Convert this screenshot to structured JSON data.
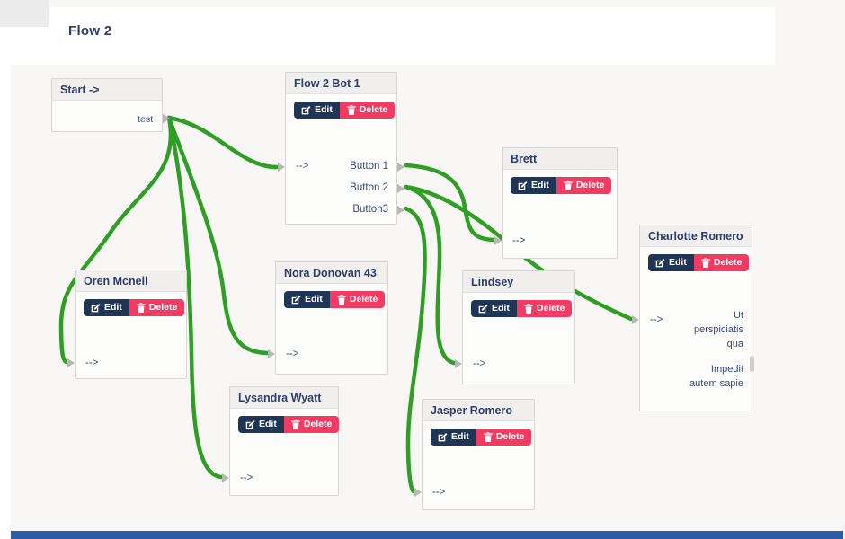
{
  "page": {
    "title": "Flow 2"
  },
  "colors": {
    "edge": "#2f9e25",
    "edit_bg": "#1e3555",
    "delete_bg": "#f13b63",
    "header_text": "#2e3e68",
    "node_text": "#3c4a76",
    "bottom_bar": "#2e5ba8"
  },
  "buttons": {
    "edit": "Edit",
    "delete": "Delete"
  },
  "io": {
    "input_label": "-->"
  },
  "nodes": [
    {
      "title": "Start ->",
      "outputs": [
        "test"
      ]
    },
    {
      "title": "Flow 2 Bot 1",
      "outputs": [
        "Button 1",
        "Button 2",
        "Button3"
      ]
    },
    {
      "title": "Brett"
    },
    {
      "title": "Oren Mcneil"
    },
    {
      "title": "Nora Donovan 43"
    },
    {
      "title": "Lindsey"
    },
    {
      "title": "Lysandra Wyatt"
    },
    {
      "title": "Jasper Romero"
    },
    {
      "title": "Charlotte Romero",
      "outputs": [
        "Ut perspiciatis qua",
        "Impedit autem sapie"
      ]
    }
  ],
  "edges": [
    {
      "source": "Start ->",
      "source_port": "test",
      "target": "Flow 2 Bot 1"
    },
    {
      "source": "Start ->",
      "source_port": "test",
      "target": "Oren Mcneil"
    },
    {
      "source": "Start ->",
      "source_port": "test",
      "target": "Nora Donovan 43"
    },
    {
      "source": "Start ->",
      "source_port": "test",
      "target": "Lysandra Wyatt"
    },
    {
      "source": "Flow 2 Bot 1",
      "source_port": "Button 1",
      "target": "Brett"
    },
    {
      "source": "Flow 2 Bot 1",
      "source_port": "Button 2",
      "target": "Charlotte Romero"
    },
    {
      "source": "Flow 2 Bot 1",
      "source_port": "Button 2",
      "target": "Lindsey"
    },
    {
      "source": "Flow 2 Bot 1",
      "source_port": "Button3",
      "target": "Jasper Romero"
    }
  ]
}
